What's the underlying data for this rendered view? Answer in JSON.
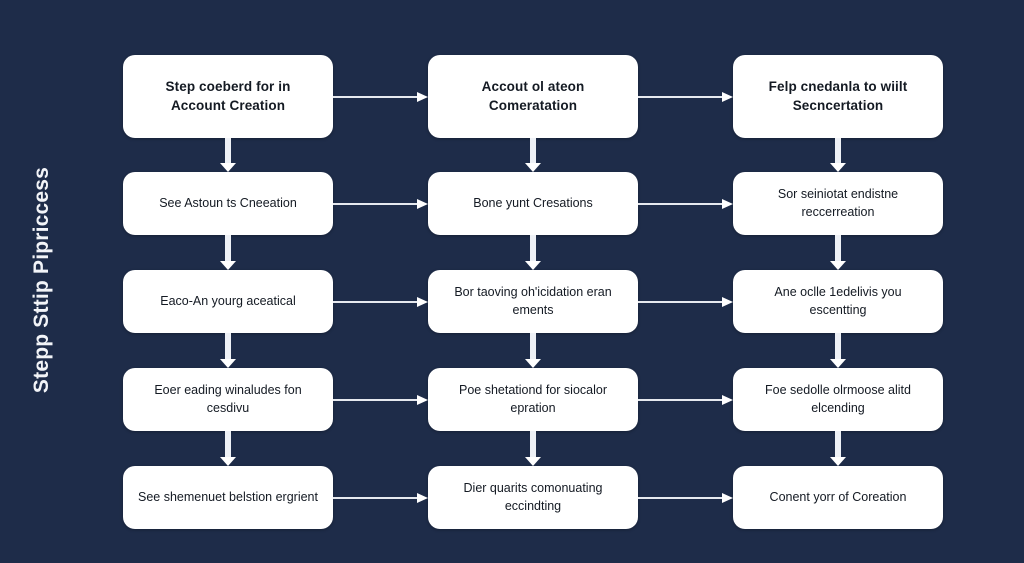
{
  "diagram": {
    "side_label": "Stepp Sttip Pipriccess",
    "background_color": "#1e2c49",
    "node_color": "#ffffff",
    "node_text_color": "#141a23",
    "connector_color": "#ffffff",
    "columns": 3,
    "rows": 5,
    "nodes": [
      [
        {
          "id": "c1r1",
          "text": "Step coeberd for in Account Creation",
          "header": true
        },
        {
          "id": "c2r1",
          "text": "Accout ol ateon Comeratation",
          "header": true
        },
        {
          "id": "c3r1",
          "text": "Felp cnedanla to wiilt Secncertation",
          "header": true
        }
      ],
      [
        {
          "id": "c1r2",
          "text": "See Astoun ts Cneeation",
          "header": false
        },
        {
          "id": "c2r2",
          "text": "Bone yunt Cresations",
          "header": false
        },
        {
          "id": "c3r2",
          "text": "Sor seiniotat endistne reccerreation",
          "header": false
        }
      ],
      [
        {
          "id": "c1r3",
          "text": "Eaco-An yourg aceatical",
          "header": false
        },
        {
          "id": "c2r3",
          "text": "Bor taoving oh'icidation eran ements",
          "header": false
        },
        {
          "id": "c3r3",
          "text": "Ane oclle 1edelivis you escentting",
          "header": false
        }
      ],
      [
        {
          "id": "c1r4",
          "text": "Eoer eading winaludes fon cesdivu",
          "header": false
        },
        {
          "id": "c2r4",
          "text": "Poe shetationd for siocalor epration",
          "header": false
        },
        {
          "id": "c3r4",
          "text": "Foe sedolle olrmoose alitd elcending",
          "header": false
        }
      ],
      [
        {
          "id": "c1r5",
          "text": "See shemenuet belstion ergrient",
          "header": false
        },
        {
          "id": "c2r5",
          "text": "Dier quarits comonuating eccindting",
          "header": false
        },
        {
          "id": "c3r5",
          "text": "Conent yorr of Coreation",
          "header": false
        }
      ]
    ],
    "connectors": {
      "horizontal_icon": "arrow-right-icon",
      "vertical_icon": "arrow-down-icon"
    }
  }
}
